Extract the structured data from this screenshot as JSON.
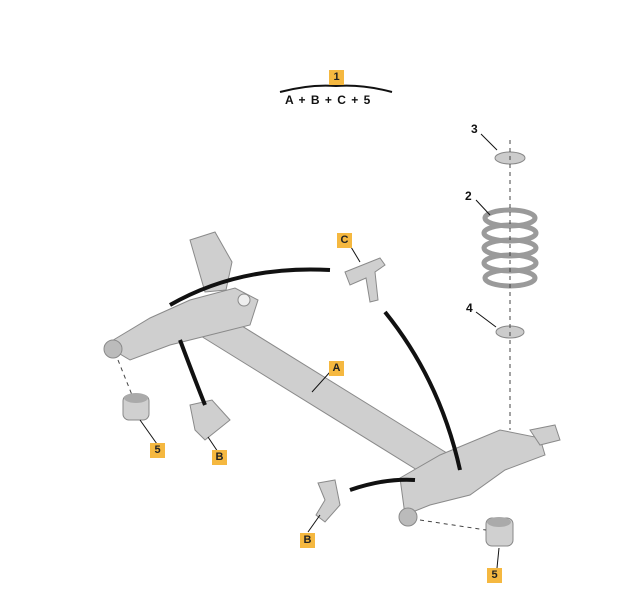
{
  "assembly": {
    "label": "1",
    "formula": "A + B + C + 5"
  },
  "callouts": {
    "A": "A",
    "B_left": "B",
    "B_right": "B",
    "C": "C",
    "five_left": "5",
    "five_right": "5",
    "two": "2",
    "three": "3",
    "four": "4"
  },
  "colors": {
    "tag": "#f5b840",
    "part": "#c9c9c9",
    "part_dark": "#9a9a9a"
  }
}
